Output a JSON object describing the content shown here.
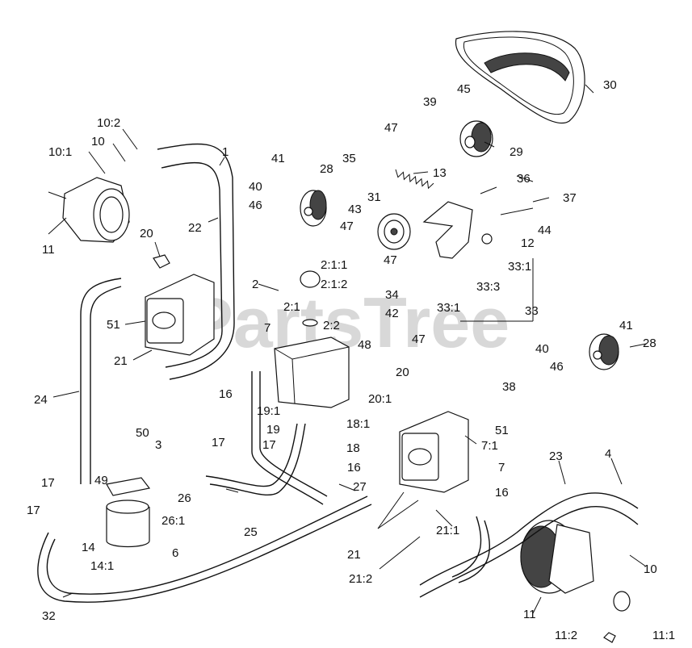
{
  "watermark": "PartsTree",
  "labels": {
    "l1": "1",
    "l2": "2",
    "l2_1": "2:1",
    "l2_1_1": "2:1:1",
    "l2_1_2": "2:1:2",
    "l2_2": "2:2",
    "l3": "3",
    "l4": "4",
    "l6": "6",
    "l7a": "7",
    "l7b": "7",
    "l7_1": "7:1",
    "l10a": "10",
    "l10b": "10",
    "l10_1": "10:1",
    "l10_2": "10:2",
    "l11a": "11",
    "l11b": "11",
    "l11_1": "11:1",
    "l11_2": "11:2",
    "l12": "12",
    "l13": "13",
    "l14": "14",
    "l14_1": "14:1",
    "l16a": "16",
    "l16b": "16",
    "l16c": "16",
    "l17a": "17",
    "l17b": "17",
    "l17c": "17",
    "l17d": "17",
    "l18": "18",
    "l18_1": "18:1",
    "l19": "19",
    "l19_1": "19:1",
    "l20a": "20",
    "l20b": "20",
    "l20_1": "20:1",
    "l21a": "21",
    "l21b": "21",
    "l21_1": "21:1",
    "l21_2": "21:2",
    "l22": "22",
    "l23": "23",
    "l24": "24",
    "l25": "25",
    "l26": "26",
    "l26_1": "26:1",
    "l27": "27",
    "l28a": "28",
    "l28b": "28",
    "l29": "29",
    "l30": "30",
    "l31": "31",
    "l32": "32",
    "l33": "33",
    "l33_1a": "33:1",
    "l33_1b": "33:1",
    "l33_3": "33:3",
    "l34": "34",
    "l35": "35",
    "l36": "36",
    "l37": "37",
    "l38": "38",
    "l39": "39",
    "l40a": "40",
    "l40b": "40",
    "l41a": "41",
    "l41b": "41",
    "l42": "42",
    "l43": "43",
    "l44": "44",
    "l45": "45",
    "l46a": "46",
    "l46b": "46",
    "l47a": "47",
    "l47b": "47",
    "l47c": "47",
    "l47d": "47",
    "l48": "48",
    "l49": "49",
    "l50": "50",
    "l51a": "51",
    "l51b": "51"
  }
}
